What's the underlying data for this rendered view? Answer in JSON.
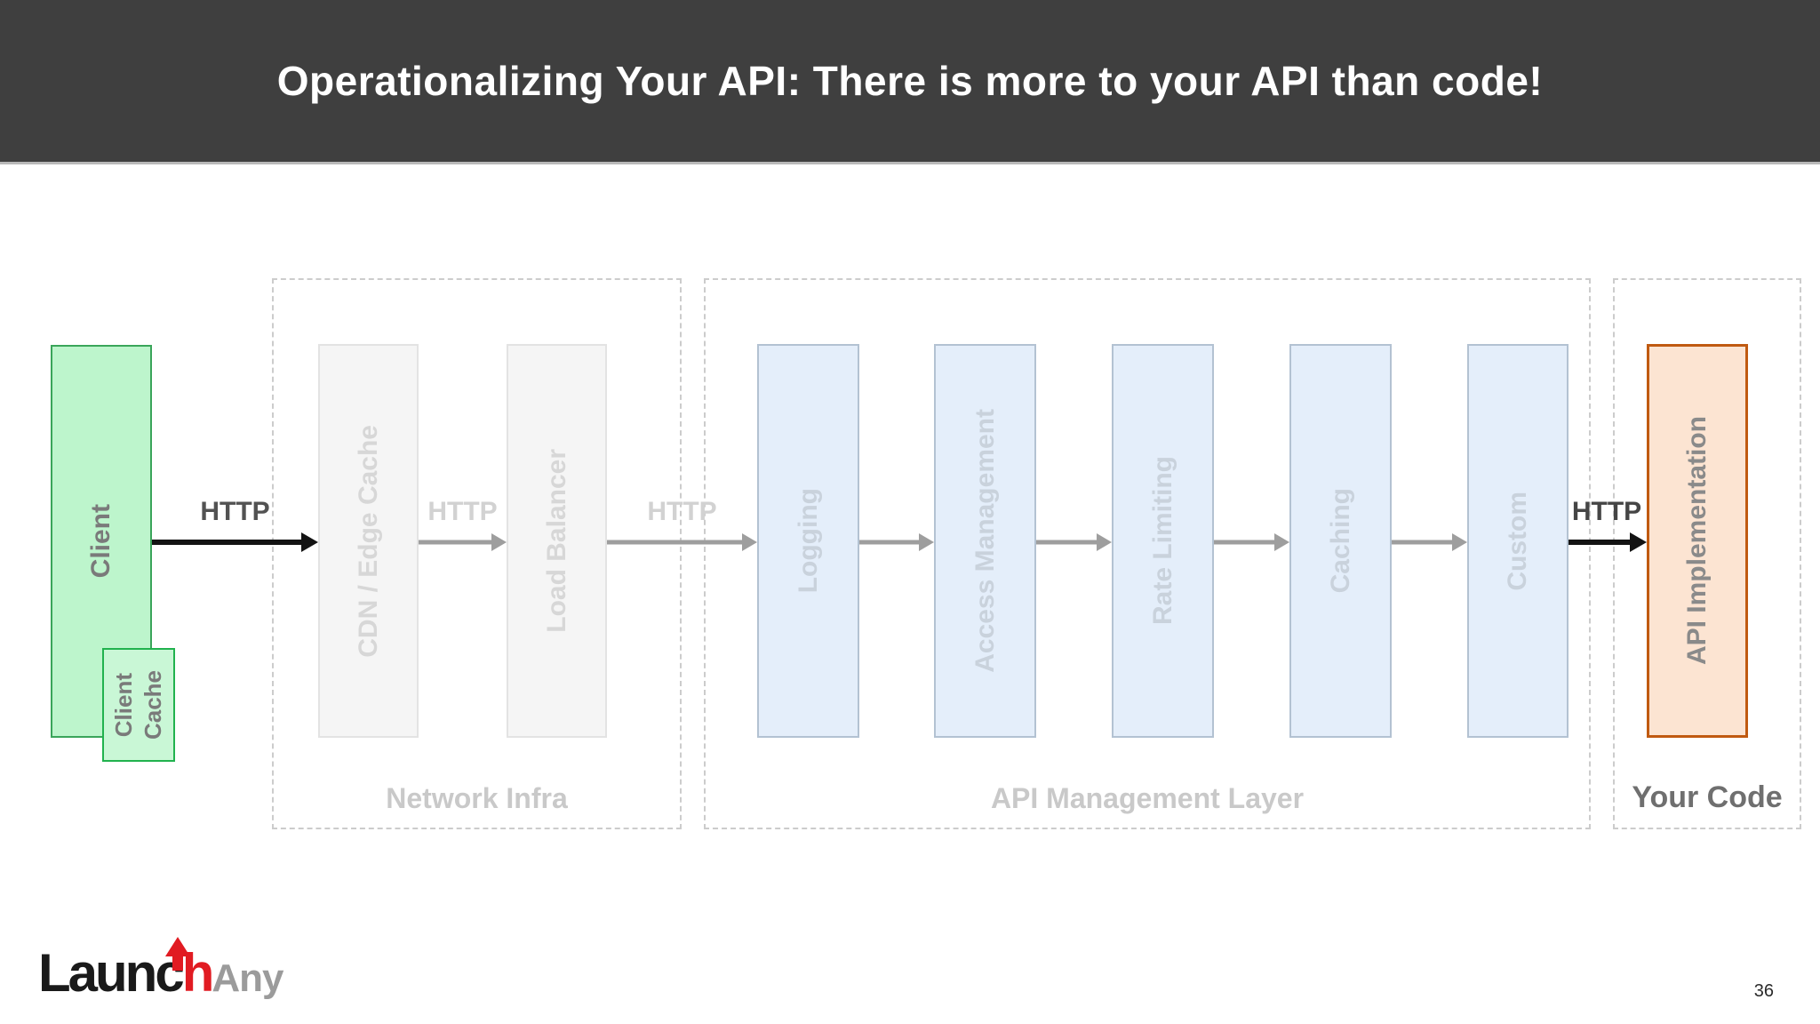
{
  "header": {
    "title": "Operationalizing Your API: There is more to your API than code!"
  },
  "diagram": {
    "client": {
      "label": "Client"
    },
    "client_cache": {
      "line1": "Client",
      "line2": "Cache"
    },
    "network_infra": {
      "label": "Network Infra",
      "nodes": [
        {
          "label": "CDN / Edge Cache"
        },
        {
          "label": "Load Balancer"
        }
      ]
    },
    "api_management": {
      "label": "API Management Layer",
      "nodes": [
        {
          "label": "Logging"
        },
        {
          "label": "Access Management"
        },
        {
          "label": "Rate Limiting"
        },
        {
          "label": "Caching"
        },
        {
          "label": "Custom"
        }
      ]
    },
    "your_code": {
      "label": "Your Code",
      "nodes": [
        {
          "label": "API Implementation"
        }
      ]
    },
    "http_labels": [
      "HTTP",
      "HTTP",
      "HTTP",
      "HTTP"
    ]
  },
  "footer": {
    "logo": {
      "black": "Launc",
      "red": "h",
      "gray": "Any"
    },
    "page_number": "36"
  },
  "colors": {
    "header_bg": "#3f3f3f",
    "client_fill": "#bdf5cc",
    "client_border": "#3aa55a",
    "client_cache_fill": "#c9f7d6",
    "client_cache_border": "#21b24e",
    "network_infra_fill": "#f5f5f5",
    "network_infra_border": "#e3e3e3",
    "api_mgmt_fill": "#e4eefa",
    "api_mgmt_border": "#b3c2d2",
    "api_impl_fill": "#fce4d2",
    "api_impl_border": "#c05a11",
    "arrow_gray": "#9e9e9e",
    "arrow_black": "#131313",
    "logo_red": "#e11b22",
    "dashed_border": "#cccccc"
  }
}
